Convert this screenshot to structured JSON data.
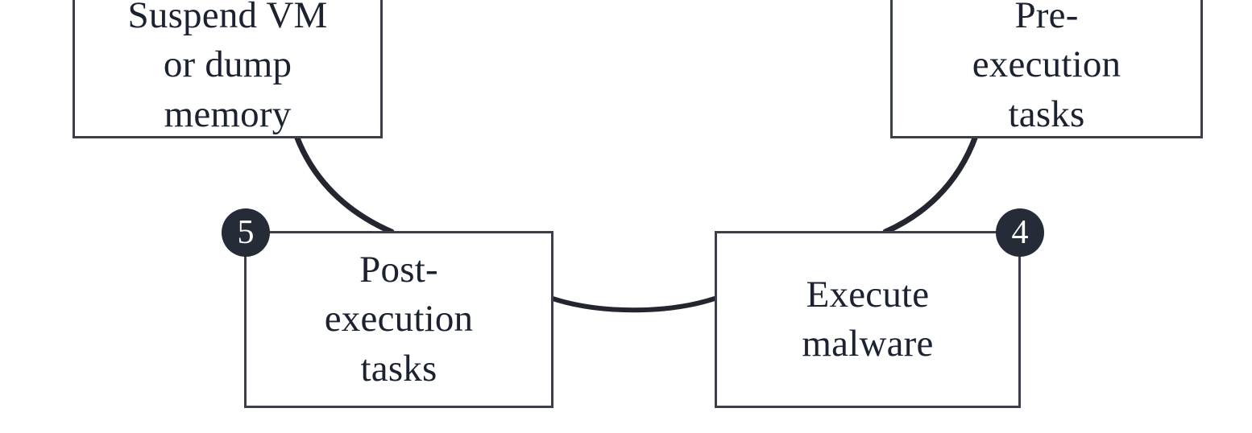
{
  "diagram": {
    "type": "flow-cycle",
    "background_color": "#ffffff",
    "box_border_color": "#3b3f4a",
    "badge_color": "#262b38",
    "badge_text_color": "#ffffff",
    "text_color": "#1b2230",
    "nodes": [
      {
        "id": "suspend-vm",
        "label": "Suspend VM\nor dump\nmemory",
        "position": "top-left",
        "cropped": "top"
      },
      {
        "id": "pre-execution",
        "label": "Pre-\nexecution\ntasks",
        "position": "top-right",
        "cropped": "top"
      },
      {
        "id": "post-execution",
        "label": "Post-\nexecution\ntasks",
        "position": "bottom-left",
        "badge": "5"
      },
      {
        "id": "execute-malware",
        "label": "Execute\nmalware",
        "position": "bottom-right",
        "badge": "4"
      }
    ],
    "badges": [
      {
        "id": "step-5",
        "number": "5",
        "attached_to": "post-execution"
      },
      {
        "id": "step-4",
        "number": "4",
        "attached_to": "execute-malware"
      }
    ],
    "connectors": [
      {
        "id": "suspend-to-post",
        "from": "suspend-vm",
        "to": "post-execution",
        "style": "curve"
      },
      {
        "id": "post-to-execute",
        "from": "post-execution",
        "to": "execute-malware",
        "style": "shallow-arc"
      },
      {
        "id": "pre-to-execute",
        "from": "pre-execution",
        "to": "execute-malware",
        "style": "curve"
      }
    ]
  }
}
